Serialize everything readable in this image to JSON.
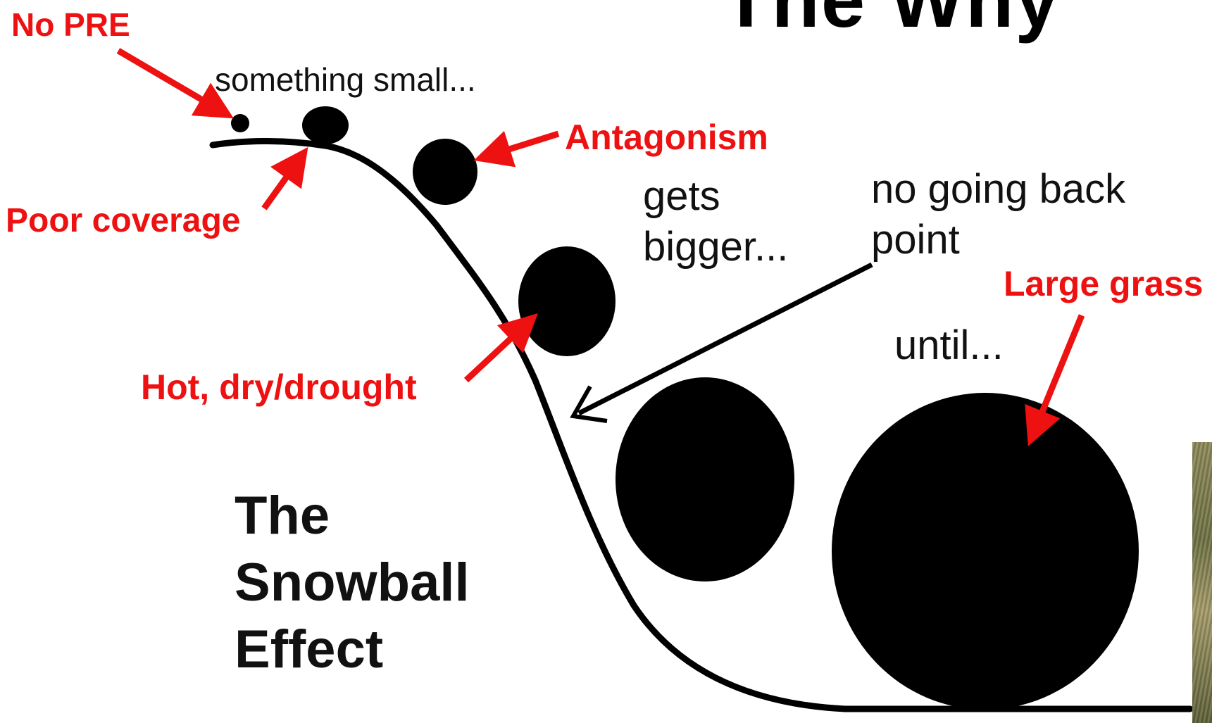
{
  "title": "The Why",
  "diagram": {
    "phrases": {
      "small": "something small...",
      "bigger_1": "gets",
      "bigger_2": "bigger...",
      "no_going_back_1": "no going back",
      "no_going_back_2": "point",
      "until": "until..."
    },
    "caption": {
      "line1": "The",
      "line2": "Snowball",
      "line3": "Effect"
    }
  },
  "annotations": {
    "no_pre": "No PRE",
    "poor_coverage": "Poor coverage",
    "antagonism": "Antagonism",
    "hot_dry": "Hot, dry/drought",
    "large_grass": "Large grass"
  },
  "colors": {
    "annotation": "#ee1111",
    "ink": "#000000"
  }
}
